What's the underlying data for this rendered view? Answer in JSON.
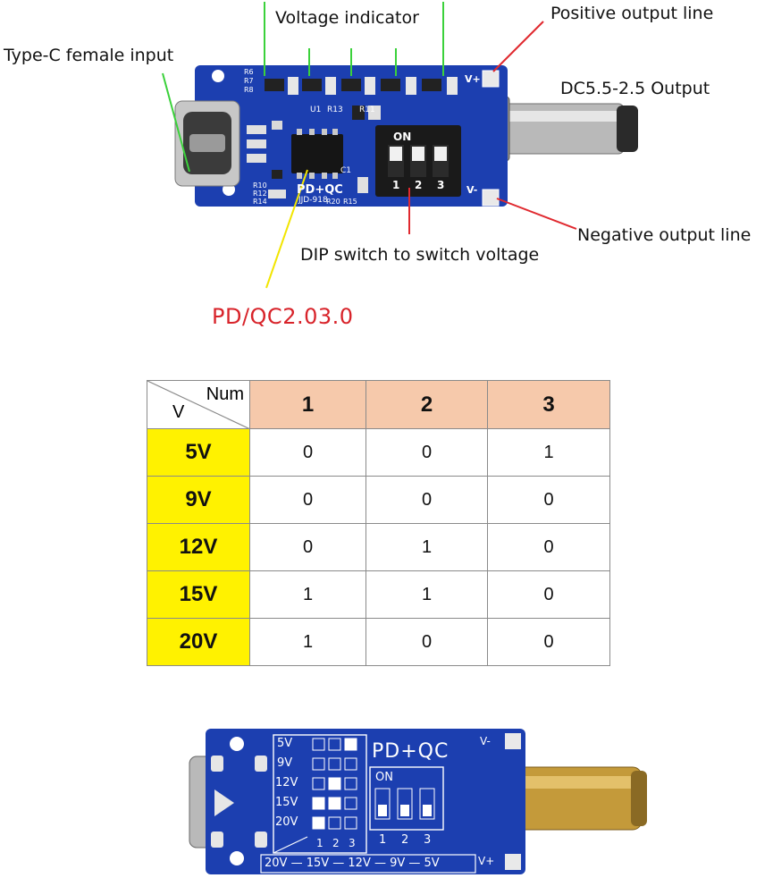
{
  "labels": {
    "voltage_indicator": "Voltage indicator",
    "positive_output": "Positive output line",
    "type_c_input": "Type-C female input",
    "dc_output": "DC5.5-2.5 Output",
    "negative_output": "Negative output line",
    "dip_switch": "DIP switch to switch voltage",
    "protocol": "PD/QC2.03.0"
  },
  "board": {
    "silk_brand": "PD+QC",
    "silk_model": "JJD-918",
    "silk_on": "ON",
    "silk_vplus": "V+",
    "silk_vminus": "V-",
    "switch_nums": [
      "1",
      "2",
      "3"
    ],
    "silk_refs": [
      "R6",
      "R7",
      "R8",
      "U1",
      "R13",
      "R11",
      "C1",
      "R10",
      "R12",
      "R14",
      "R20",
      "R15"
    ]
  },
  "table": {
    "corner_top": "Num",
    "corner_bottom": "V",
    "headers": [
      "1",
      "2",
      "3"
    ],
    "rows": [
      {
        "voltage": "5V",
        "values": [
          "0",
          "0",
          "1"
        ]
      },
      {
        "voltage": "9V",
        "values": [
          "0",
          "0",
          "0"
        ]
      },
      {
        "voltage": "12V",
        "values": [
          "0",
          "1",
          "0"
        ]
      },
      {
        "voltage": "15V",
        "values": [
          "1",
          "1",
          "0"
        ]
      },
      {
        "voltage": "20V",
        "values": [
          "1",
          "0",
          "0"
        ]
      }
    ]
  },
  "board_back": {
    "brand": "PD+QC",
    "on": "ON",
    "v_minus": "V-",
    "v_plus": "V+",
    "volts": [
      "5V",
      "9V",
      "12V",
      "15V",
      "20V"
    ],
    "cols": [
      "1",
      "2",
      "3"
    ],
    "switch_nums": [
      "1",
      "2",
      "3"
    ],
    "bottom_scale": "20V — 15V — 12V — 9V — 5V"
  },
  "colors": {
    "pcb_blue": "#1c3fb0",
    "silk": "#ffffff",
    "header_fill": "#f6c9ab",
    "voltage_fill": "#fff200",
    "label_red": "#d8232a",
    "arrow_green": "#3bd13b",
    "arrow_red": "#e0292f",
    "arrow_yellow": "#f2e500"
  }
}
